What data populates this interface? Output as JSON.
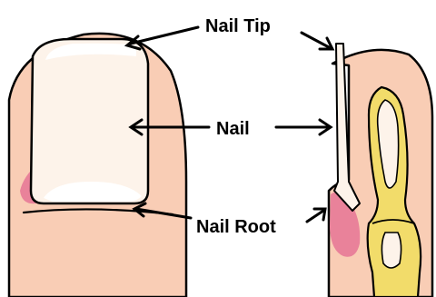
{
  "labels": {
    "nail_tip": "Nail Tip",
    "nail": "Nail",
    "nail_root": "Nail Root"
  },
  "colors": {
    "skin": "#f9cdb5",
    "skin_shadow": "#e9829a",
    "nail": "#fdf3ea",
    "nail_highlight": "#ffffff",
    "bone": "#f2dc6a",
    "marrow": "#fdf3ea",
    "outline": "#000000"
  }
}
